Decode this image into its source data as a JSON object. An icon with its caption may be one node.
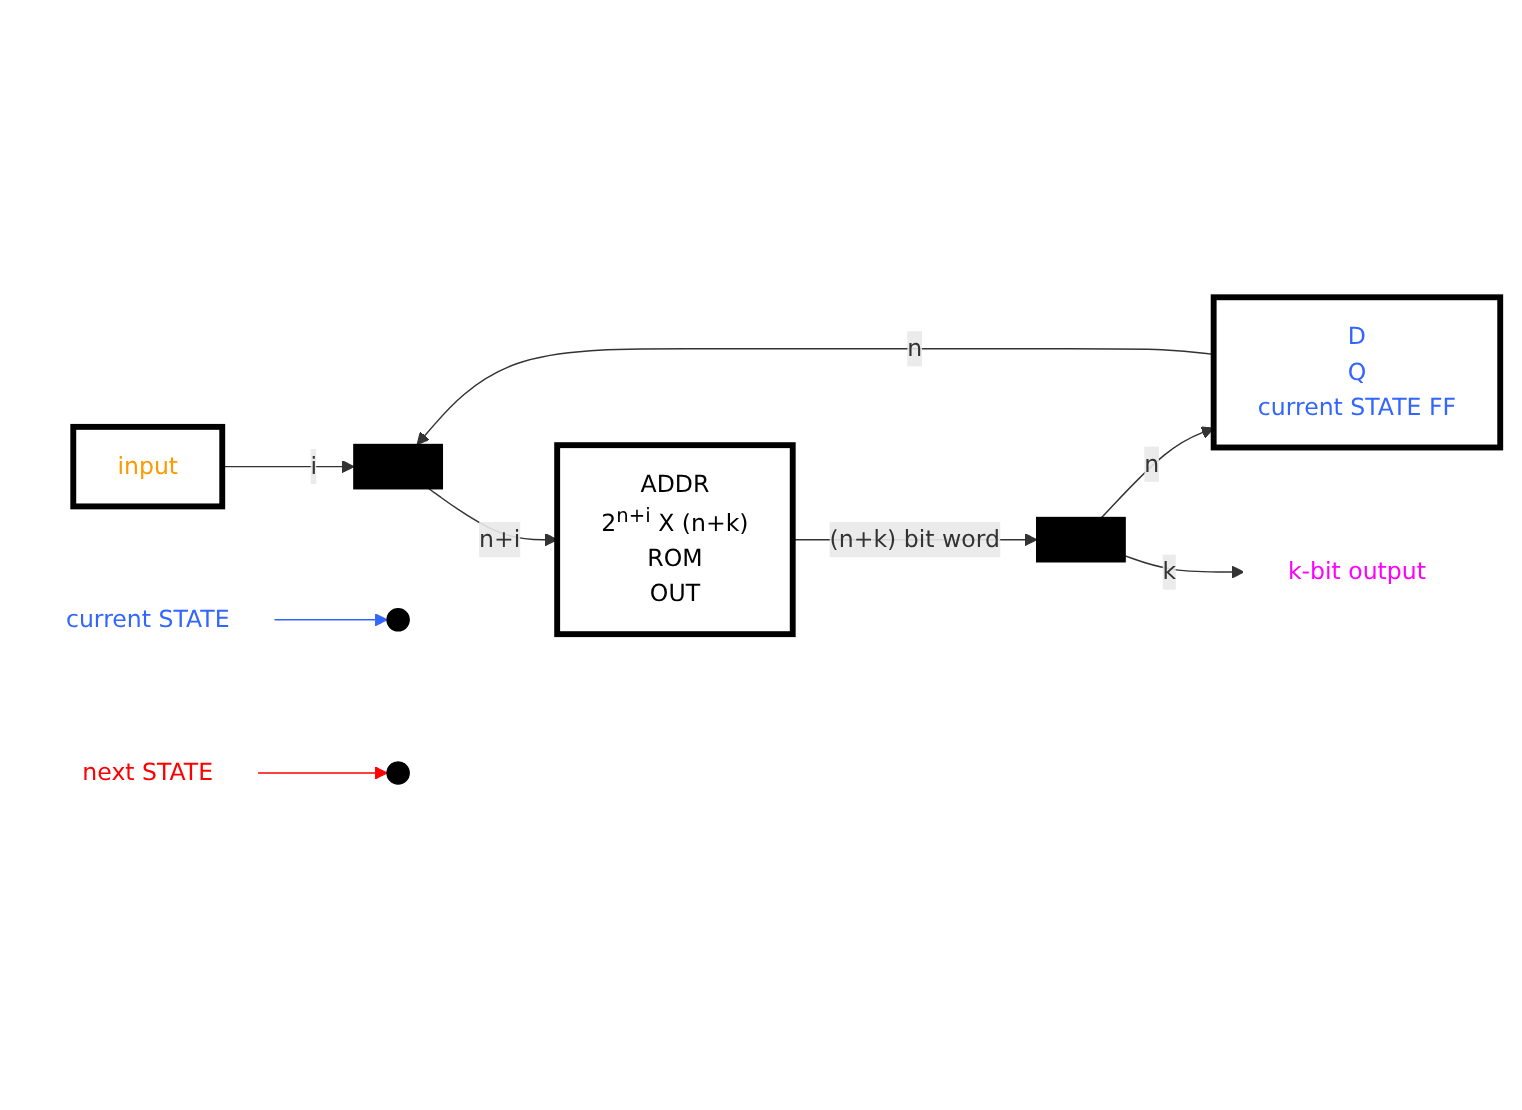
{
  "diagram": {
    "nodes": [
      {
        "text": [
          "input"
        ]
      },
      {
        "text": [],
        "shape": "bar"
      },
      {
        "text": [
          "ADDR",
          "2$^{n+i}$ X (n+k)",
          "ROM",
          "OUT"
        ]
      },
      {
        "text": [],
        "shape": "bar"
      },
      {
        "text": [
          "D",
          "Q",
          "current STATE FF"
        ]
      },
      {
        "text": [
          "k-bit output"
        ]
      },
      {
        "text": [
          "current STATE"
        ]
      },
      {
        "text": [
          "next STATE"
        ]
      }
    ],
    "edges": [
      {
        "from": 0,
        "to": 1,
        "arrow": "to",
        "label": "i"
      },
      {
        "from": 4,
        "to": 1,
        "arrow": "to",
        "label": "n"
      },
      {
        "from": 1,
        "to": 2,
        "arrow": "to",
        "label": "n+i"
      },
      {
        "from": 2,
        "to": 3,
        "arrow": "to",
        "label": "(n+k) bit word"
      },
      {
        "from": 3,
        "to": 4,
        "arrow": "to",
        "label": "n"
      },
      {
        "from": 3,
        "to": 5,
        "arrow": "to",
        "label": "k"
      },
      {
        "from": 6,
        "to": null,
        "arrow": "to",
        "color": "#3366ff"
      },
      {
        "from": 7,
        "to": null,
        "arrow": "to",
        "color": "#ff0000"
      }
    ]
  }
}
